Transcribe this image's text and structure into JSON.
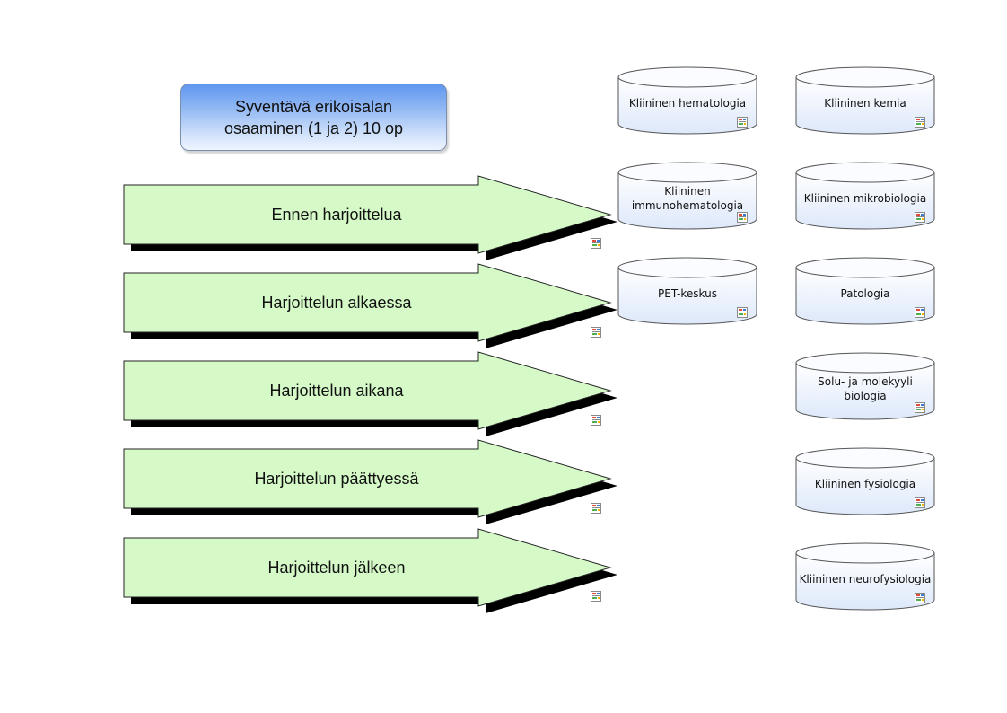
{
  "title": {
    "line1": "Syventävä erikoisalan",
    "line2": "osaaminen (1 ja 2) 10 op"
  },
  "phases": [
    "Ennen harjoittelua",
    "Harjoittelun alkaessa",
    "Harjoittelun aikana",
    "Harjoittelun päättyessä",
    "Harjoittelun jälkeen"
  ],
  "units_left": [
    {
      "line1": "Kliininen hematologia",
      "line2": ""
    },
    {
      "line1": "Kliininen",
      "line2": "immunohematologia"
    },
    {
      "line1": "PET-keskus",
      "line2": ""
    }
  ],
  "units_right": [
    {
      "line1": "Kliininen kemia",
      "line2": ""
    },
    {
      "line1": "Kliininen mikrobiologia",
      "line2": ""
    },
    {
      "line1": "Patologia",
      "line2": ""
    },
    {
      "line1": "Solu- ja molekyyli",
      "line2": "biologia"
    },
    {
      "line1": "Kliininen fysiologia",
      "line2": ""
    },
    {
      "line1": "Kliininen neurofysiologia",
      "line2": ""
    }
  ],
  "colors": {
    "arrow_fill": "#d5fac8",
    "title_gradient_top": "#5f97ef",
    "cylinder_fill_bottom": "#dde8fa"
  },
  "icon": "document-link-icon"
}
